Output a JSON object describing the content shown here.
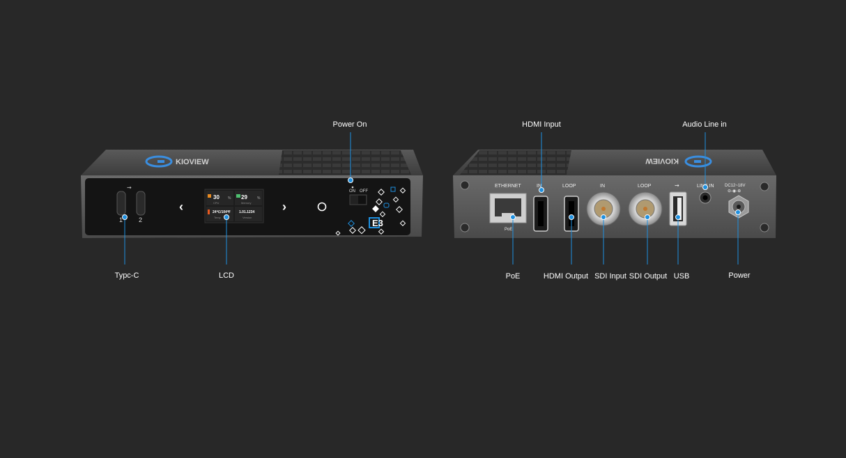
{
  "front_unit": {
    "brand": "KIOVIEW",
    "usb_c_port_numbers": [
      "1",
      "2"
    ],
    "lcd": {
      "cpu_value": "30",
      "cpu_unit": "%",
      "cpu_label": "CPU",
      "memory_value": "29",
      "memory_unit": "%",
      "memory_label": "Memory",
      "temp_value": "24℃/104℉",
      "temp_label": "Temp",
      "version_value": "1.01.1234",
      "version_label": "Version"
    },
    "switch_on": "ON",
    "switch_off": "OFF",
    "model_badge": "E3"
  },
  "rear_unit": {
    "brand": "KIOVIEW",
    "port_labels": {
      "ethernet": "ETHERNET",
      "poe": "PoE",
      "hdmi_in": "IN",
      "hdmi_loop": "LOOP",
      "sdi_in": "IN",
      "sdi_loop": "LOOP",
      "line_in": "LINE IN",
      "dc": "DC12~18V"
    }
  },
  "callouts": {
    "power_on": "Power On",
    "typc_c": "Typc-C",
    "lcd": "LCD",
    "hdmi_input": "HDMI Input",
    "audio_line_in": "Audio Line in",
    "poe": "PoE",
    "hdmi_output": "HDMI Output",
    "sdi_input": "SDI Input",
    "sdi_output": "SDI Output",
    "usb": "USB",
    "power": "Power"
  },
  "colors": {
    "background": "#282828",
    "accent": "#1e90e0",
    "chassis": "#4a4a4a",
    "front_panel": "#141414"
  }
}
